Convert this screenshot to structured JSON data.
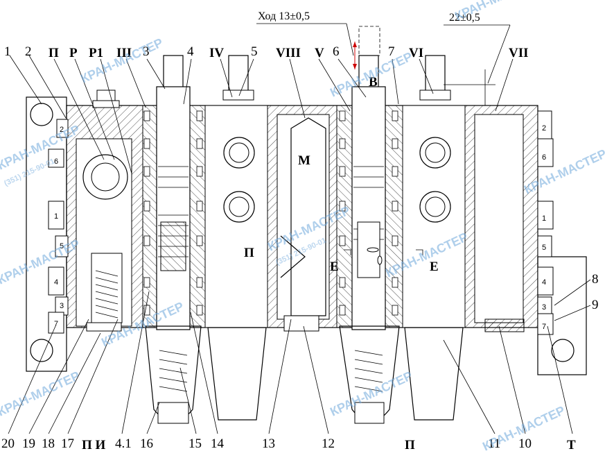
{
  "drawing": {
    "title": "",
    "dimensions": {
      "stroke_label": "Ход 13±0,5",
      "offset_label": "22±0,5"
    },
    "top_labels": {
      "n1": "1",
      "n2": "2",
      "sec_p": "П",
      "sec_r": "Р",
      "sec_r1": "Р1",
      "sec_iii": "III",
      "n3": "3",
      "n4": "4",
      "sec_iv": "IV",
      "n5": "5",
      "sec_viii": "VIII",
      "sec_v": "V",
      "n6": "6",
      "n7": "7",
      "sec_vi": "VI",
      "sec_vii": "VII"
    },
    "bottom_labels": {
      "n20": "20",
      "n19": "19",
      "n18": "18",
      "n17": "17",
      "sec_pi": "П И",
      "n41": "4.1",
      "n16": "16",
      "n15": "15",
      "n14": "14",
      "n13": "13",
      "n12": "12",
      "sec_p2": "П",
      "n11": "11",
      "n10": "10",
      "sec_t": "Т"
    },
    "side_labels": {
      "n8": "8",
      "n9": "9"
    },
    "inner_labels": {
      "m": "М",
      "p": "П",
      "e1": "Е",
      "e2": "Е",
      "b": "В"
    },
    "bolt_labels_left": [
      "2",
      "6",
      "1",
      "5",
      "4",
      "3",
      "7"
    ],
    "bolt_labels_right": [
      "2",
      "6",
      "1",
      "5",
      "4",
      "3",
      "7"
    ],
    "watermarks": {
      "brand": "КРАН-МАСТЕР",
      "phone": "(351) 215-90-01"
    },
    "colors": {
      "line": "#000000",
      "watermark": "#6fa8dc",
      "arrow": "#cc0000"
    }
  }
}
